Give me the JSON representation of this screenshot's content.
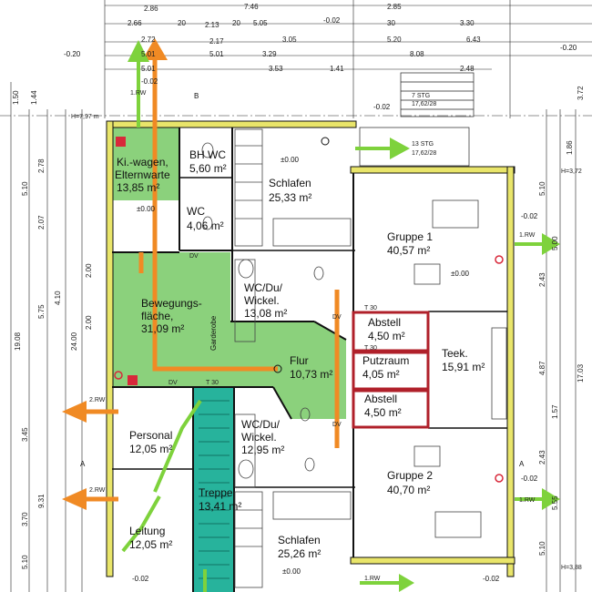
{
  "rooms": {
    "kinderwagen": {
      "name": "Ki.-wagen,",
      "name2": "Elternwarte",
      "area": "13,85 m²"
    },
    "bh_wc": {
      "name": "BH WC",
      "area": "5,60 m²"
    },
    "wc_small": {
      "name": "WC",
      "area": "4,06 m²"
    },
    "schlafen_top": {
      "name": "Schlafen",
      "area": "25,33 m²"
    },
    "gruppe1": {
      "name": "Gruppe 1",
      "area": "40,57 m²"
    },
    "bewegung": {
      "name": "Bewegungs-",
      "name2": "fläche,",
      "area": "31,09 m²"
    },
    "garderobe": {
      "name": "Garderobe"
    },
    "wcdu_top": {
      "name": "WC/Du/",
      "name2": "Wickel.",
      "area": "13,08 m²"
    },
    "abstell1": {
      "name": "Abstell",
      "area": "4,50 m²"
    },
    "putzraum": {
      "name": "Putzraum",
      "area": "4,05 m²"
    },
    "abstell2": {
      "name": "Abstell",
      "area": "4,50 m²"
    },
    "teek": {
      "name": "Teek.",
      "area": "15,91 m²"
    },
    "flur": {
      "name": "Flur",
      "area": "10,73 m²"
    },
    "personal": {
      "name": "Personal",
      "area": "12,05 m²"
    },
    "wcdu_bot": {
      "name": "WC/Du/",
      "name2": "Wickel.",
      "area": "12,95 m²"
    },
    "gruppe2": {
      "name": "Gruppe 2",
      "area": "40,70 m²"
    },
    "treppe": {
      "name": "Treppe",
      "area": "13,41 m²"
    },
    "leitung": {
      "name": "Leitung",
      "area": "12,05 m²"
    },
    "schlafen_bot": {
      "name": "Schlafen",
      "area": "25,26 m²"
    }
  },
  "levels": {
    "left": "-0.20",
    "right": "-0.20",
    "z1": "±0.00",
    "z2": "±0.00",
    "z3": "±0.00",
    "z4": "±0.00",
    "r1": "-0.02",
    "r2": "-0.02",
    "b1": "-0.02",
    "b2": "-0.02",
    "b3": "-0.02",
    "b4": "-0.02",
    "top": "-0.02"
  },
  "stairs": {
    "top": "7 STG",
    "top2": "17,62/28",
    "mid": "13 STG",
    "mid2": "17,62/28"
  },
  "tags": {
    "rw1": "2.RW",
    "rw2": "2.RW",
    "rw3": "1.RW",
    "rw4": "1.RW",
    "rw5": "1.RW",
    "rw6": "1.RW",
    "t30a": "T 30",
    "t30b": "T 30",
    "t30c": "T 30",
    "dv1": "DV",
    "dv2": "DV",
    "dv3": "DV",
    "dv4": "DV",
    "b": "B",
    "a1": "A",
    "a2": "A",
    "h_top": "H=7,97 m",
    "h_right": "H=3,72",
    "h_bot": "H=3,88"
  },
  "dims_top": {
    "r1": [
      "2.86",
      "7.46",
      "2.85"
    ],
    "r2": [
      "2.66",
      "20",
      "2.13",
      "20",
      "5.05",
      "30",
      "3.30"
    ],
    "r3": [
      "2.72",
      "2.17",
      "3.05",
      "5.20",
      "6.43"
    ],
    "r4": [
      "5.01",
      "5.01",
      "3.29",
      "8.08"
    ],
    "r5": [
      "5.01",
      "3.53",
      "1.41",
      "2.48"
    ]
  },
  "dims_left": [
    "1.50",
    "1.44",
    "2.78",
    "5.10",
    "2.07",
    "2.00",
    "4.10",
    "5.75",
    "2.00",
    "19.08",
    "24.00",
    "3.45",
    "9.31",
    "3.70",
    "5.10"
  ],
  "dims_right": [
    "3.72",
    "1.86",
    "5.10",
    "5.00",
    "2.43",
    "4.87",
    "17.03",
    "1.57",
    "2.43",
    "5.55",
    "5.10"
  ]
}
